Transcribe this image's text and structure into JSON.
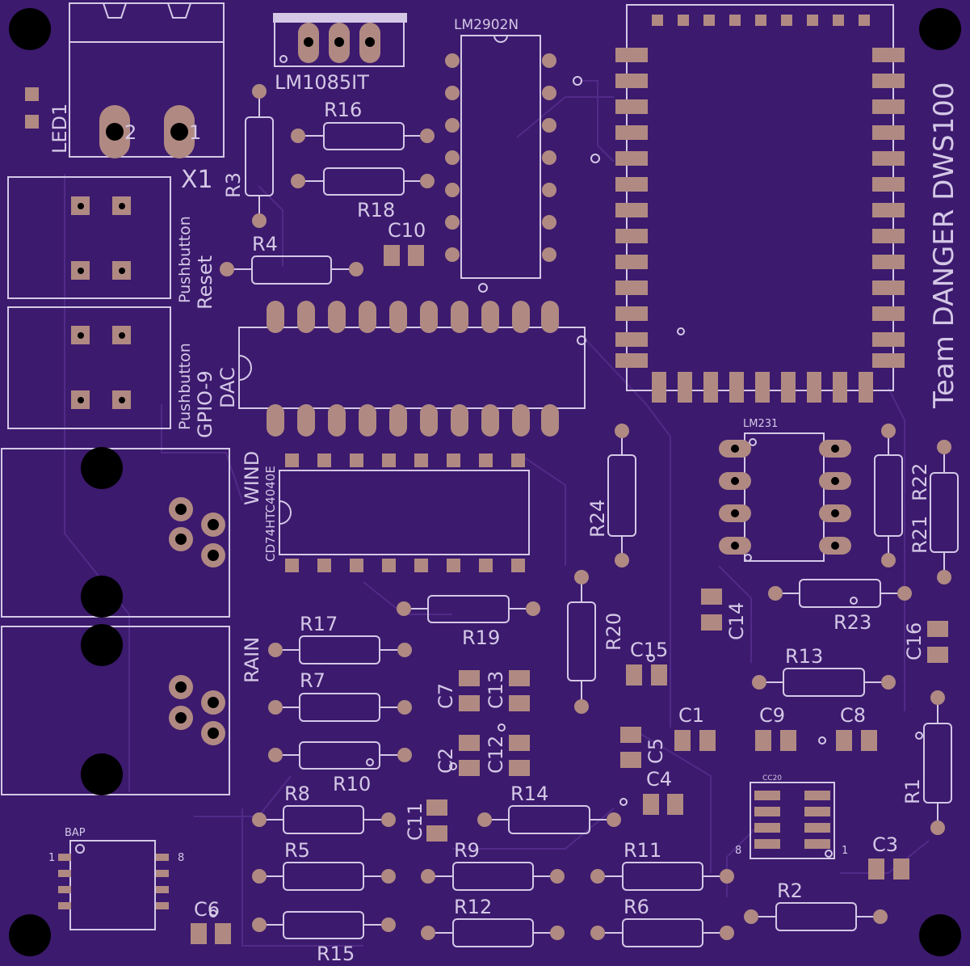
{
  "colors": {
    "board": "#3c1a6e",
    "silkscreen": "#d4c8e6",
    "copper_pad": "#b08a82",
    "drill": "#000000"
  },
  "board_text": {
    "team": "Team DANGER DWS100"
  },
  "labels": {
    "lm1085": "LM1085IT",
    "lm2902": "LM2902N",
    "led1": "LED1",
    "x1": "X1",
    "x1_pin2": "2",
    "x1_pin1": "1",
    "r3": "R3",
    "r16": "R16",
    "r18": "R18",
    "r4": "R4",
    "c10": "C10",
    "pb_reset_1": "Pushbutton",
    "pb_reset_2": "Reset",
    "pb_gpio_1": "Pushbutton",
    "pb_gpio_2": "GPIO-9",
    "dac": "DAC",
    "wind": "WIND",
    "cd74": "CD74HTC4040E",
    "rain": "RAIN",
    "r17": "R17",
    "r7": "R7",
    "r10": "R10",
    "r19": "R19",
    "r20": "R20",
    "r24": "R24",
    "lm231": "LM231",
    "r21": "R21",
    "r22": "R22",
    "r23": "R23",
    "c14": "C14",
    "c15": "C15",
    "c16": "C16",
    "c7": "C7",
    "c13": "C13",
    "c2": "C2",
    "c12": "C12",
    "c5": "C5",
    "c1": "C1",
    "c9": "C9",
    "c8": "C8",
    "c4": "C4",
    "c11": "C11",
    "c3": "C3",
    "c6": "C6",
    "r13": "R13",
    "r14": "R14",
    "r8": "R8",
    "r5": "R5",
    "r9": "R9",
    "r11": "R11",
    "r12": "R12",
    "r6": "R6",
    "r15": "R15",
    "r2": "R2",
    "r1": "R1",
    "cc20": "CC20",
    "cc20_pin8": "8",
    "cc20_pin1": "1",
    "bap": "BAP",
    "bap_pin1": "1",
    "bap_pin8": "8"
  }
}
